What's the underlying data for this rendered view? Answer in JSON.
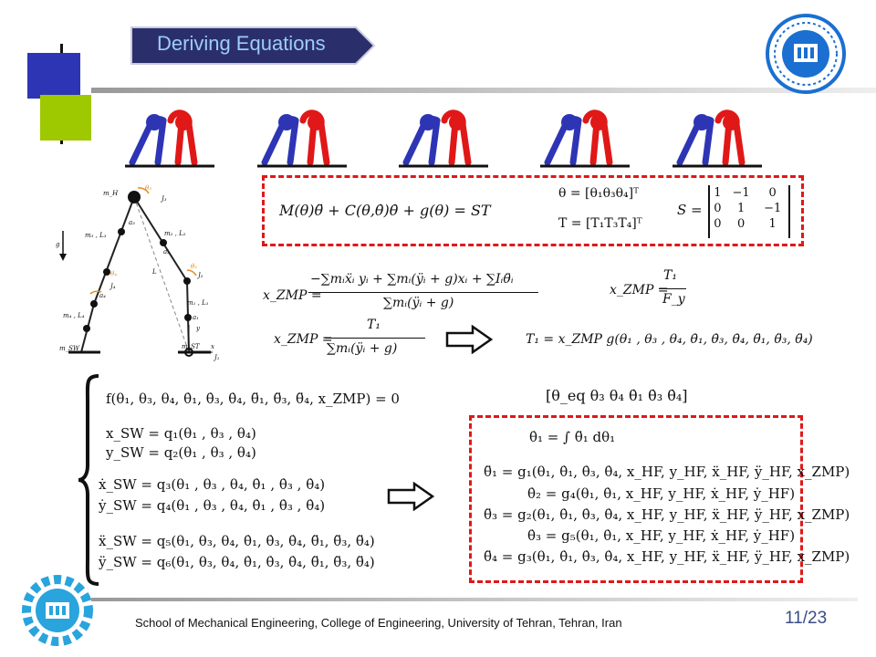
{
  "header": {
    "title": "Deriving Equations",
    "colors": {
      "title_bg": "#2a2f6c",
      "title_text": "#9ecdf5",
      "accent_blue": "#2e35b5",
      "accent_green": "#9ec800",
      "dash_red": "#e01818"
    },
    "logo_icon": "university-of-tehran-seal-icon"
  },
  "figure": {
    "walking_robots_icon": "walking-biped-sequence-icon",
    "diagram_labels": {
      "mH": "m_H",
      "theta3": "θ₃",
      "J3": "J₃",
      "a3": "a₃",
      "m3L3": "m₃ , L₃",
      "m2L2": "m₂ , L₂",
      "a2": "a₂",
      "g": "g",
      "L": "L",
      "theta2": "θ₂",
      "J2": "J₂",
      "theta4": "θ₄",
      "J4": "J₄",
      "a4": "a₄",
      "m1L1": "m₁ , L₁",
      "m4L4": "m₄ , L₄",
      "a1": "a₁",
      "y": "y",
      "x": "x",
      "J1": "J₁",
      "mSW": "m_SW",
      "mST": "m_ST"
    }
  },
  "equations": {
    "dynamics": "M(θ)θ̈ + C(θ,θ̇)θ̇ + g(θ) = ST",
    "theta_vec": "θ = [θ₁θ₃θ₄]ᵀ",
    "T_vec": "T = [T₁T₃T₄]ᵀ",
    "S_label": "S =",
    "S_matrix": [
      [
        "1",
        "−1",
        "0"
      ],
      [
        "0",
        "1",
        "−1"
      ],
      [
        "0",
        "0",
        "1"
      ]
    ],
    "zmp_lhs": "x_ZMP =",
    "zmp_num": "−∑mᵢẍᵢ yᵢ + ∑mᵢ(ÿᵢ + g)xᵢ + ∑Iᵢθ̈ᵢ",
    "zmp_den": "∑mᵢ(ÿᵢ + g)",
    "zmp2_lhs": "x_ZMP =",
    "zmp2_num": "T₁",
    "zmp2_den": "F_y",
    "zmp3_lhs": "x_ZMP =",
    "zmp3_num": "T₁",
    "zmp3_den": "∑mᵢ(ÿᵢ + g)",
    "T1_eq": "T₁ = x_ZMP g(θ₁ , θ₃ , θ₄, θ̇₁, θ̇₃, θ̇₄, θ̈₁, θ̈₃, θ̈₄)",
    "f_eq": "f(θ₁, θ₃, θ₄, θ̇₁, θ̇₃, θ̇₄, θ̈₁, θ̈₃, θ̈₄, x_ZMP) = 0",
    "xsw": "x_SW = q₁(θ₁ , θ₃ , θ₄)",
    "ysw": "y_SW = q₂(θ₁ , θ₃ , θ₄)",
    "xsw_dot": "ẋ_SW = q₃(θ₁ , θ₃ , θ₄, θ̇₁ , θ̇₃ , θ̇₄)",
    "ysw_dot": "ẏ_SW = q₄(θ₁ , θ₃ , θ₄, θ̇₁ , θ̇₃ , θ̇₄)",
    "xsw_ddot": "ẍ_SW = q₅(θ₁, θ₃, θ₄, θ̇₁, θ̇₃, θ̇₄, θ̈₁, θ̈₃, θ̈₄)",
    "ysw_ddot": "ÿ_SW = q₆(θ₁, θ₃, θ₄, θ̇₁, θ̇₃, θ̇₄, θ̈₁, θ̈₃, θ̈₄)",
    "state_vec": "[θ_eq θ₃ θ₄ θ̇₁ θ̇₃ θ̇₄]",
    "res_int": "θ̇₁ = ∫ θ̈₁ dθ₁",
    "res1": "θ̈₁ = g₁(θ₁, θ̇₁, θ̇₃, θ̇₄, x_HF, y_HF, ẍ_HF, ÿ_HF, x_ZMP)",
    "res2": "θ̇₂ = g₄(θ₁, θ̇₁, x_HF, y_HF, ẋ_HF, ẏ_HF)",
    "res3": "θ̈₃ = g₂(θ₁, θ̇₁, θ̇₃, θ̇₄, x_HF, y_HF, ẍ_HF, ÿ_HF, x_ZMP)",
    "res4": "θ̇₃ = g₅(θ₁, θ̇₁, x_HF, y_HF, ẋ_HF, ẏ_HF)",
    "res5": "θ̈₄ = g₃(θ₁, θ̇₁, θ̇₃, θ̇₄, x_HF, y_HF, ẍ_HF, ÿ_HF, x_ZMP)"
  },
  "footer": {
    "affiliation": "School of Mechanical Engineering, College of Engineering, University of Tehran, Tehran, Iran",
    "page": "11/23",
    "logo_icon": "engineering-faculty-gear-logo-icon"
  }
}
